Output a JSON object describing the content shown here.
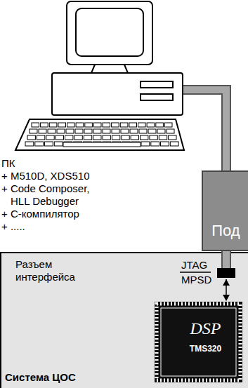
{
  "diagram": {
    "nodes": [
      {
        "text": [
          "Под"
        ]
      },
      {
        "text": [
          "Система ЦОС"
        ]
      },
      {
        "text": [
          "DSP",
          "TMS320"
        ],
        "in": 1
      }
    ],
    "edges": [
      {
        "from": 0,
        "to": 2,
        "arrow": "both"
      }
    ],
    "labels": [
      "ПК",
      "+ M510D, XDS510",
      "+ Code Composer, HLL Debugger",
      "+ С-компилятор",
      "+ .....",
      "Разъем интерфейса",
      "JTAG",
      "MPSD"
    ]
  }
}
